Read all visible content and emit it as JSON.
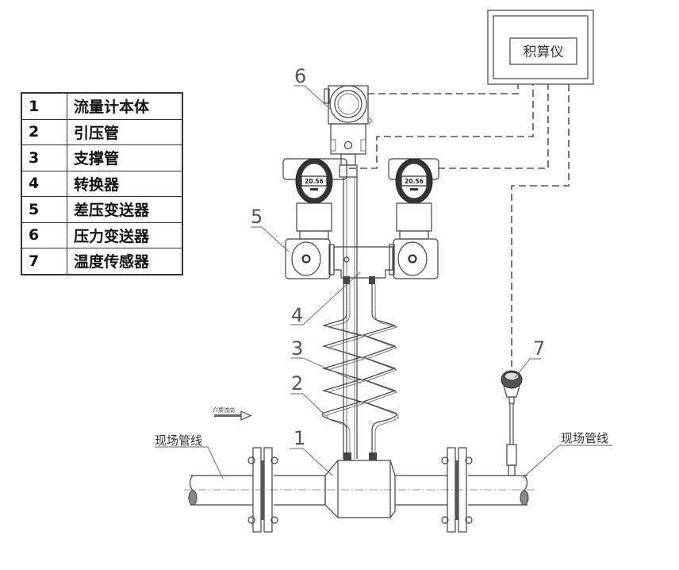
{
  "legend": {
    "rows": [
      {
        "num": "1",
        "name": "流量计本体"
      },
      {
        "num": "2",
        "name": "引压管"
      },
      {
        "num": "3",
        "name": "支撑管"
      },
      {
        "num": "4",
        "name": "转换器"
      },
      {
        "num": "5",
        "name": "差压变送器"
      },
      {
        "num": "6",
        "name": "压力变送器"
      },
      {
        "num": "7",
        "name": "温度传感器"
      }
    ]
  },
  "diagram": {
    "integrator_label": "积算仪",
    "flow_direction_label": "介质流向",
    "pipeline_label_left": "现场管线",
    "pipeline_label_right": "现场管线",
    "display_value_left": "20.56",
    "display_value_right": "20.56",
    "callouts": [
      "1",
      "2",
      "3",
      "4",
      "5",
      "6",
      "7"
    ]
  }
}
